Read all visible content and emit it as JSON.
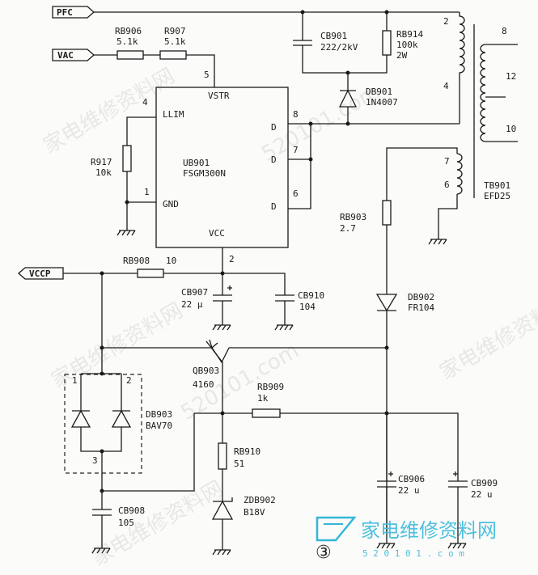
{
  "ports": {
    "pfc": "PFC",
    "vac": "VAC",
    "vccp": "VCCP"
  },
  "ic": {
    "ref": "UB901",
    "part": "FSGM300N",
    "pin_vstr": "VSTR",
    "pin_llim": "LLIM",
    "pin_gnd": "GND",
    "pin_vcc": "VCC",
    "pin_d": "D",
    "pin_num_vstr": "5",
    "pin_num_llim": "4",
    "pin_num_gnd": "1",
    "pin_num_d8": "8",
    "pin_num_d7": "7",
    "pin_num_d6": "6",
    "pin_num_vcc": "2"
  },
  "components": {
    "rb906": {
      "ref": "RB906",
      "value": "5.1k"
    },
    "r907": {
      "ref": "R907",
      "value": "5.1k"
    },
    "cb901": {
      "ref": "CB901",
      "value": "222/2kV"
    },
    "rb914": {
      "ref": "RB914",
      "value": "100k",
      "value2": "2W"
    },
    "db901": {
      "ref": "DB901",
      "value": "1N4007"
    },
    "r917": {
      "ref": "R917",
      "value": "10k"
    },
    "rb908": {
      "ref": "RB908",
      "value": "10"
    },
    "cb907": {
      "ref": "CB907",
      "value": "22 μ"
    },
    "cb910": {
      "ref": "CB910",
      "value": "104"
    },
    "rb903": {
      "ref": "RB903",
      "value": "2.7"
    },
    "db902": {
      "ref": "DB902",
      "value": "FR104"
    },
    "qb903": {
      "ref": "QB903",
      "value": "4160"
    },
    "rb909": {
      "ref": "RB909",
      "value": "1k"
    },
    "db903": {
      "ref": "DB903",
      "value": "BAV70",
      "pin1": "1",
      "pin2": "2",
      "pin3": "3"
    },
    "rb910": {
      "ref": "RB910",
      "value": "51"
    },
    "zdb902": {
      "ref": "ZDB902",
      "value": "B18V"
    },
    "cb906": {
      "ref": "CB906",
      "value": "22 u"
    },
    "cb909": {
      "ref": "CB909",
      "value": "22 u"
    },
    "cb908": {
      "ref": "CB908",
      "value": "105"
    }
  },
  "transformer": {
    "ref": "TB901",
    "part": "EFD25",
    "pins": [
      "2",
      "4",
      "8",
      "12",
      "10",
      "7",
      "6"
    ]
  },
  "figure_number": "③",
  "watermark": {
    "chinese": "家电维修资料网",
    "url": "520101.com",
    "logo_url": "5 2 0 1 0 1 . c o m"
  }
}
